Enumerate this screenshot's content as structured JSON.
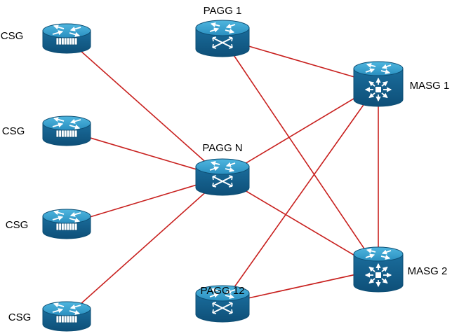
{
  "colors": {
    "link": "#c8201e",
    "device_top": "#3aa3cf",
    "device_side": "#15628f",
    "device_dark": "#0c4d73",
    "glyph": "#ffffff"
  },
  "nodes": {
    "csg1": {
      "label": "CSG",
      "icon": "router-icon"
    },
    "csg2": {
      "label": "CSG",
      "icon": "router-icon"
    },
    "csg3": {
      "label": "CSG",
      "icon": "router-icon"
    },
    "csg4": {
      "label": "CSG",
      "icon": "router-icon"
    },
    "pagg1": {
      "label": "PAGG 1",
      "icon": "aggregation-switch-icon"
    },
    "paggn": {
      "label": "PAGG N",
      "icon": "aggregation-switch-icon"
    },
    "pagg12": {
      "label": "PAGG 12",
      "icon": "aggregation-switch-icon"
    },
    "masg1": {
      "label": "MASG 1",
      "icon": "multilayer-switch-icon"
    },
    "masg2": {
      "label": "MASG 2",
      "icon": "multilayer-switch-icon"
    }
  },
  "links": [
    [
      "csg1",
      "paggn"
    ],
    [
      "csg2",
      "paggn"
    ],
    [
      "csg3",
      "paggn"
    ],
    [
      "csg4",
      "paggn"
    ],
    [
      "pagg1",
      "masg1"
    ],
    [
      "pagg1",
      "masg2"
    ],
    [
      "paggn",
      "masg1"
    ],
    [
      "paggn",
      "masg2"
    ],
    [
      "pagg12",
      "masg1"
    ],
    [
      "pagg12",
      "masg2"
    ],
    [
      "masg1",
      "masg2"
    ]
  ]
}
